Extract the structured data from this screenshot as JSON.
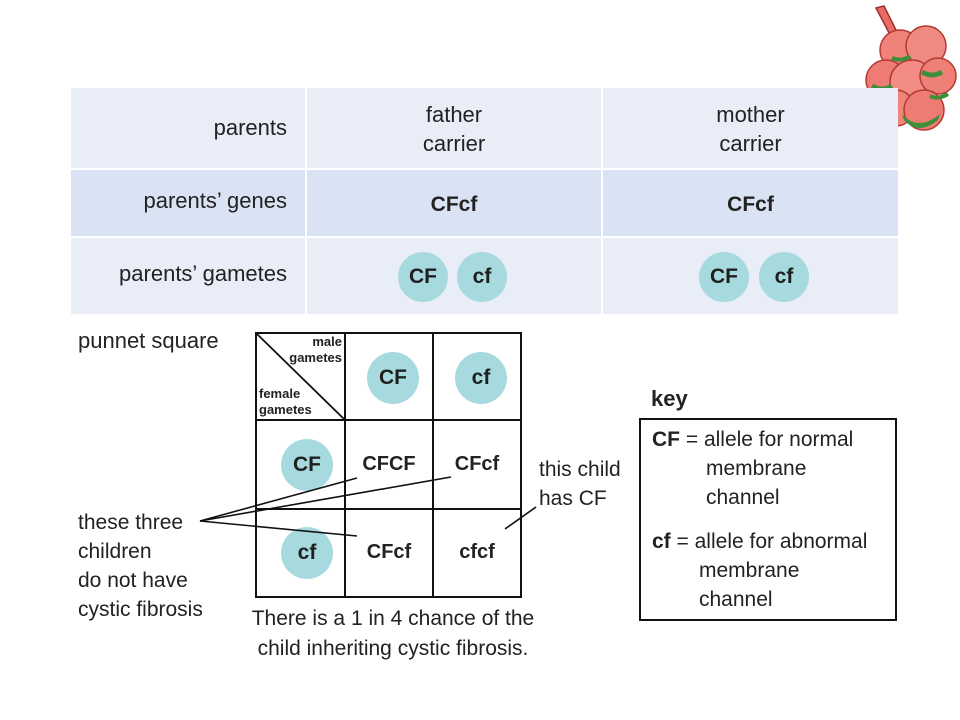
{
  "table": {
    "row1": {
      "label": "parents",
      "father_line1": "father",
      "father_line2": "carrier",
      "mother_line1": "mother",
      "mother_line2": "carrier"
    },
    "row2": {
      "label": "parents’ genes",
      "father_genes": "CFcf",
      "mother_genes": "CFcf"
    },
    "row3": {
      "label": "parents’ gametes",
      "father_gametes": [
        "CF",
        "cf"
      ],
      "mother_gametes": [
        "CF",
        "cf"
      ]
    }
  },
  "punnet": {
    "title": "punnet square",
    "corner_male": [
      "male",
      "gametes"
    ],
    "corner_female": [
      "female",
      "gametes"
    ],
    "male_gametes": [
      "CF",
      "cf"
    ],
    "female_gametes": [
      "CF",
      "cf"
    ],
    "cells": [
      [
        "CFCF",
        "CFcf"
      ],
      [
        "CFcf",
        "cfcf"
      ]
    ],
    "caption_line1": "There is a 1 in 4 chance of the",
    "caption_line2": "child inheriting cystic fibrosis."
  },
  "annotations": {
    "these_three": [
      "these three",
      "children",
      "do not have",
      "cystic fibrosis"
    ],
    "this_child": [
      "this child",
      "has CF"
    ]
  },
  "key": {
    "title": "key",
    "cf_upper_symbol": "CF",
    "cf_upper_lines": [
      "= allele for normal",
      "membrane",
      "channel"
    ],
    "cf_lower_symbol": "cf",
    "cf_lower_lines": [
      "= allele for abnormal",
      "membrane",
      "channel"
    ]
  },
  "colors": {
    "row_light": "#e8edf7",
    "row_mid": "#d9e3f3",
    "circle": "#a7dade"
  }
}
